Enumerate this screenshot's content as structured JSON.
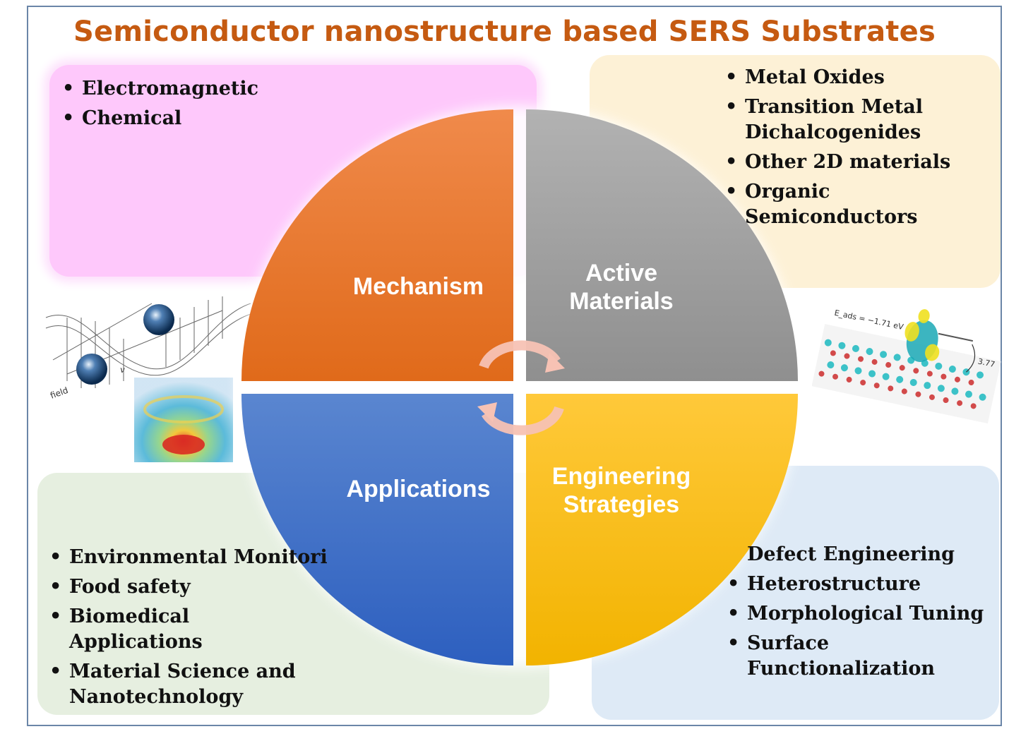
{
  "title": "Semiconductor nanostructure based SERS Substrates",
  "quadrants": {
    "mechanism": {
      "label": "Mechanism",
      "color": "#ed7d31"
    },
    "active_materials": {
      "label_line1": "Active",
      "label_line2": "Materials",
      "color": "#a5a5a5"
    },
    "applications": {
      "label": "Applications",
      "color": "#4472c4"
    },
    "engineering": {
      "label_line1": "Engineering",
      "label_line2": "Strategies",
      "color": "#ffc000"
    }
  },
  "mechanism_list": [
    "Electromagnetic",
    "Chemical"
  ],
  "materials_list": {
    "item1": "Metal Oxides",
    "item2_line1": "Transition Metal",
    "item2_line2": "Dichalcogenides",
    "item3": "Other 2D materials",
    "item4": "Organic Semiconductors"
  },
  "applications_list": {
    "item1": "Environmental Monitoring",
    "item2": "Food safety",
    "item3": "Biomedical Applications",
    "item4_line1": "Material Science and",
    "item4_line2": "Nanotechnology"
  },
  "engineering_list": {
    "item1": "Defect Engineering",
    "item2": "Heterostructure",
    "item3": "Morphological Tuning",
    "item4_line1": "Surface",
    "item4_line2": "Functionalization"
  },
  "illustrations": {
    "left": {
      "field_label": "field",
      "v_label": "v"
    },
    "right": {
      "energy_label": "E_ads = −1.71 eV",
      "distance_label": "3.77"
    }
  }
}
